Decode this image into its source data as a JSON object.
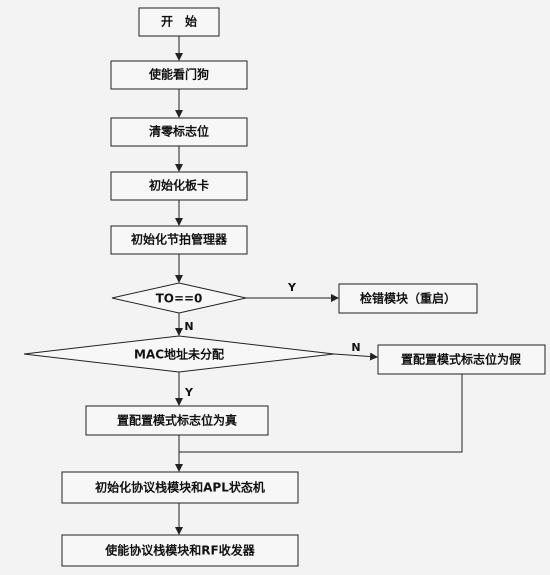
{
  "nodes": {
    "start": "开　始",
    "watchdog": "使能看门狗",
    "clear_flag": "清零标志位",
    "init_board": "初始化板卡",
    "init_beat": "初始化节拍管理器",
    "cond_to": "TO==0",
    "error_module": "检错模块（重启）",
    "cond_mac": "MAC地址未分配",
    "set_false": "置配置模式标志位为假",
    "set_true": "置配置模式标志位为真",
    "init_stack": "初始化协议栈模块和APL状态机",
    "enable_stack": "使能协议栈模块和RF收发器"
  },
  "edges": {
    "to_yes": "Y",
    "to_no": "N",
    "mac_no": "N",
    "mac_yes": "Y"
  },
  "colors": {
    "box_fill": "#f7f7f7",
    "stroke": "#222222",
    "background": "#f3f3f3"
  }
}
